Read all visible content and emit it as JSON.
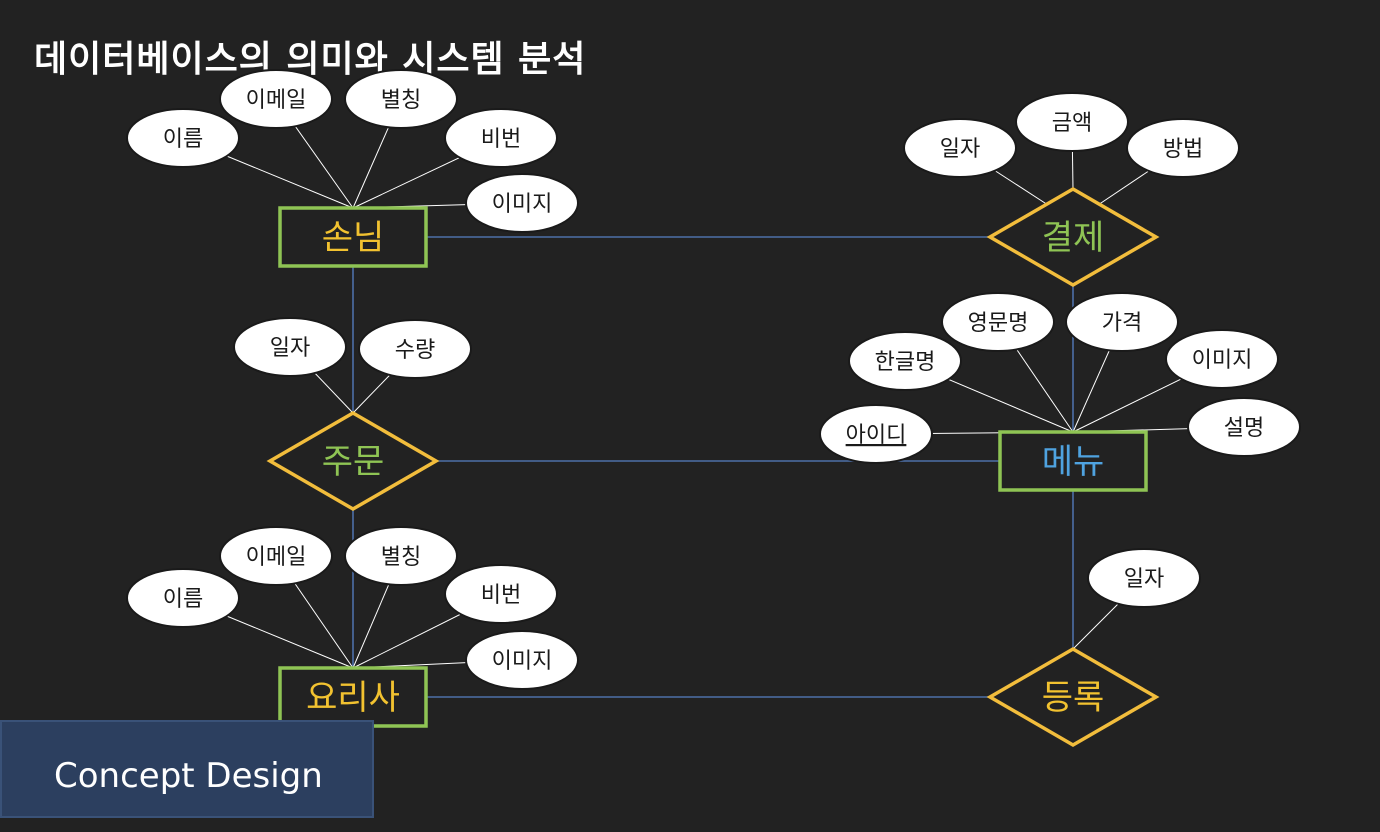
{
  "title": "데이터베이스의 의미와 시스템 분석",
  "footer": {
    "label": "Concept Design"
  },
  "colors": {
    "background": "#222222",
    "entity_border": "#8fc454",
    "relationship_border": "#f2bd3c",
    "connector": "#4d6fa8",
    "attribute_line": "#ffffff",
    "attribute_fill": "#ffffff",
    "text_yellow": "#f2c230",
    "text_green": "#8fc454",
    "text_blue": "#4fa3e0"
  },
  "entities": [
    {
      "id": "guest",
      "label": "손님",
      "text_color": "#f2c230"
    },
    {
      "id": "chef",
      "label": "요리사",
      "text_color": "#f2c230"
    },
    {
      "id": "menu",
      "label": "메뉴",
      "text_color": "#4fa3e0"
    }
  ],
  "relationships": [
    {
      "id": "payment",
      "label": "결제",
      "text_color": "#8fc454"
    },
    {
      "id": "order",
      "label": "주문",
      "text_color": "#8fc454"
    },
    {
      "id": "register",
      "label": "등록",
      "text_color": "#f2c230"
    }
  ],
  "attributes": [
    {
      "owner": "guest",
      "label": "이름"
    },
    {
      "owner": "guest",
      "label": "이메일"
    },
    {
      "owner": "guest",
      "label": "별칭"
    },
    {
      "owner": "guest",
      "label": "비번"
    },
    {
      "owner": "guest",
      "label": "이미지"
    },
    {
      "owner": "payment",
      "label": "일자"
    },
    {
      "owner": "payment",
      "label": "금액"
    },
    {
      "owner": "payment",
      "label": "방법"
    },
    {
      "owner": "order",
      "label": "일자"
    },
    {
      "owner": "order",
      "label": "수량"
    },
    {
      "owner": "menu",
      "label": "영문명"
    },
    {
      "owner": "menu",
      "label": "가격"
    },
    {
      "owner": "menu",
      "label": "한글명"
    },
    {
      "owner": "menu",
      "label": "이미지"
    },
    {
      "owner": "menu",
      "label": "아이디",
      "key": true
    },
    {
      "owner": "menu",
      "label": "설명"
    },
    {
      "owner": "chef",
      "label": "이름"
    },
    {
      "owner": "chef",
      "label": "이메일"
    },
    {
      "owner": "chef",
      "label": "별칭"
    },
    {
      "owner": "chef",
      "label": "비번"
    },
    {
      "owner": "chef",
      "label": "이미지"
    },
    {
      "owner": "register",
      "label": "일자"
    }
  ],
  "connections": [
    [
      "guest",
      "payment"
    ],
    [
      "guest",
      "order"
    ],
    [
      "order",
      "chef"
    ],
    [
      "order",
      "menu"
    ],
    [
      "payment",
      "menu"
    ],
    [
      "menu",
      "register"
    ],
    [
      "chef",
      "register"
    ]
  ]
}
